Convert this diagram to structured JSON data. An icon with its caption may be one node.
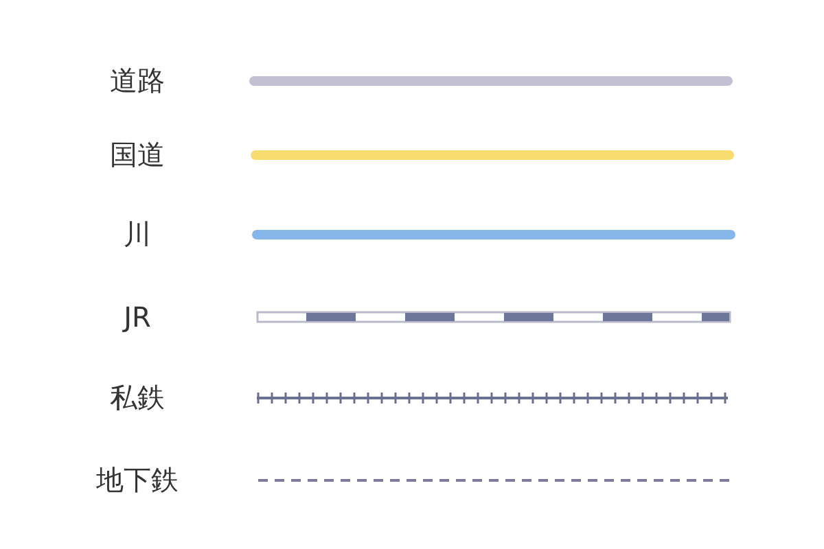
{
  "diagram": {
    "legend": [
      {
        "text": "道路"
      },
      {
        "text": "国道"
      },
      {
        "text": "川"
      },
      {
        "text": "JR"
      },
      {
        "text": "私鉄"
      },
      {
        "text": "地下鉄"
      }
    ]
  }
}
